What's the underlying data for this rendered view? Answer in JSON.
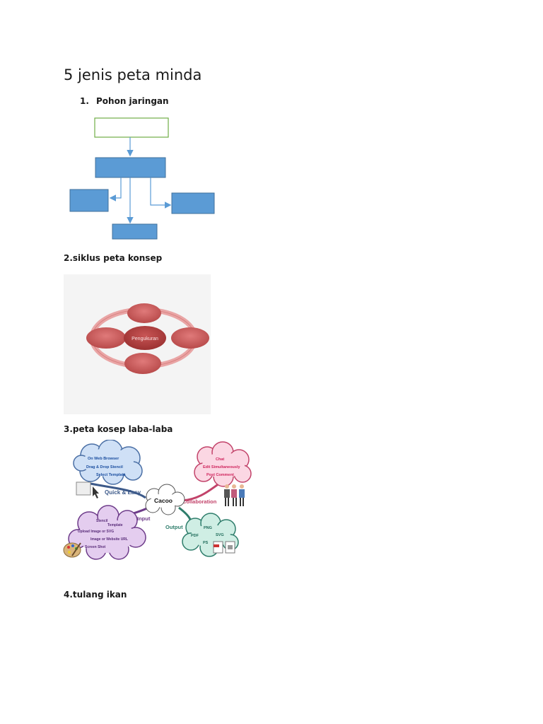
{
  "doc": {
    "title": "5 jenis peta minda",
    "s1": {
      "num": "1.",
      "label": "Pohon jaringan"
    },
    "s2": {
      "label": "2.siklus peta konsep"
    },
    "s3": {
      "label": "3.peta kosep laba-laba"
    },
    "s4": {
      "label": "4.tulang ikan"
    }
  },
  "cycle": {
    "center": "Pengukuran"
  },
  "spider": {
    "center": "Cacoo",
    "branch_quick": "Quick & Easy",
    "branch_collab": "Collaboration",
    "branch_input": "Input",
    "branch_output": "Output",
    "quick_items": [
      "On Web Browser",
      "Drag & Drop Stencil",
      "Select Template"
    ],
    "collab_items": [
      "Chat",
      "Edit Simultaneously",
      "Post Comment"
    ],
    "input_items": [
      "Stencil",
      "Template",
      "Upload  Image or SVG",
      "Image or Website URL",
      "Screen Shot"
    ],
    "output_items": [
      "PNG",
      "PDF",
      "SVG",
      "PS"
    ]
  },
  "colors": {
    "tree_box": "#5b9bd5",
    "tree_border": "#41719c",
    "top_box_border": "#70ad47",
    "cycle_node": "#c0504d",
    "quick": "#3d5a8a",
    "collab": "#c2436a",
    "input": "#6e3c8a",
    "output": "#2e7d6b"
  }
}
